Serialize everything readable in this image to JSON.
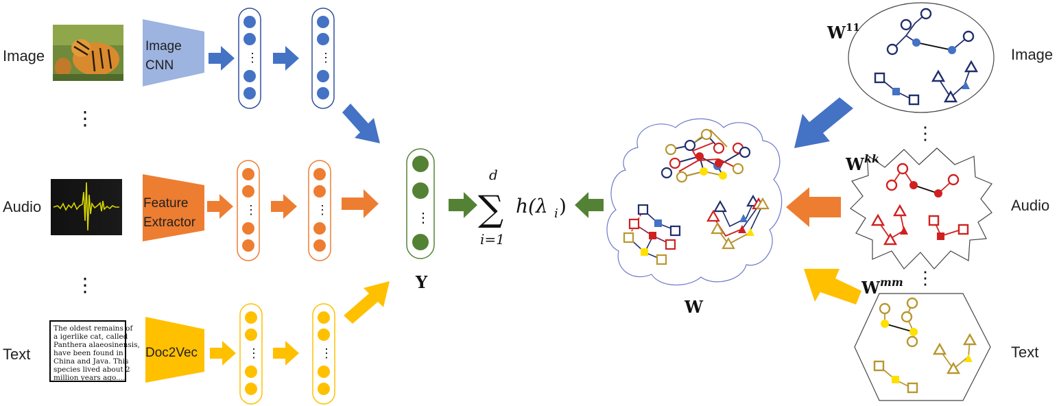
{
  "colors": {
    "image": "#4472C4",
    "image_light": "#9DB3E0",
    "audio": "#ED7D31",
    "text": "#FFC000",
    "output": "#548235",
    "net_image": "#1F2D6B",
    "net_audio": "#D02020",
    "net_text": "#B8962E"
  },
  "inputs": {
    "image_label": "Image",
    "audio_label": "Audio",
    "text_label": "Text",
    "text_snippet": [
      "The oldest remains of",
      "a igerlike cat, called",
      "Panthera alaeosinensis,",
      "have been found in",
      "China and Java. This",
      "species lived about 2",
      "million years ago...."
    ]
  },
  "extractors": {
    "image": [
      "Image",
      "CNN"
    ],
    "audio": [
      "Feature",
      "Extractor"
    ],
    "text": [
      "Doc2Vec"
    ]
  },
  "output_label": "Y",
  "sum_formula": {
    "upper": "d",
    "lower": "i=1",
    "body": "h(λ",
    "sub": "i",
    "close": ")"
  },
  "fused_graph_label": "W",
  "graphs": {
    "image": {
      "base": "W",
      "sup": "11"
    },
    "audio": {
      "base": "W",
      "sup": "kk"
    },
    "text": {
      "base": "W",
      "sup": "mm"
    }
  },
  "right_labels": {
    "image": "Image",
    "audio": "Audio",
    "text": "Text"
  },
  "ellipsis": "⋮"
}
